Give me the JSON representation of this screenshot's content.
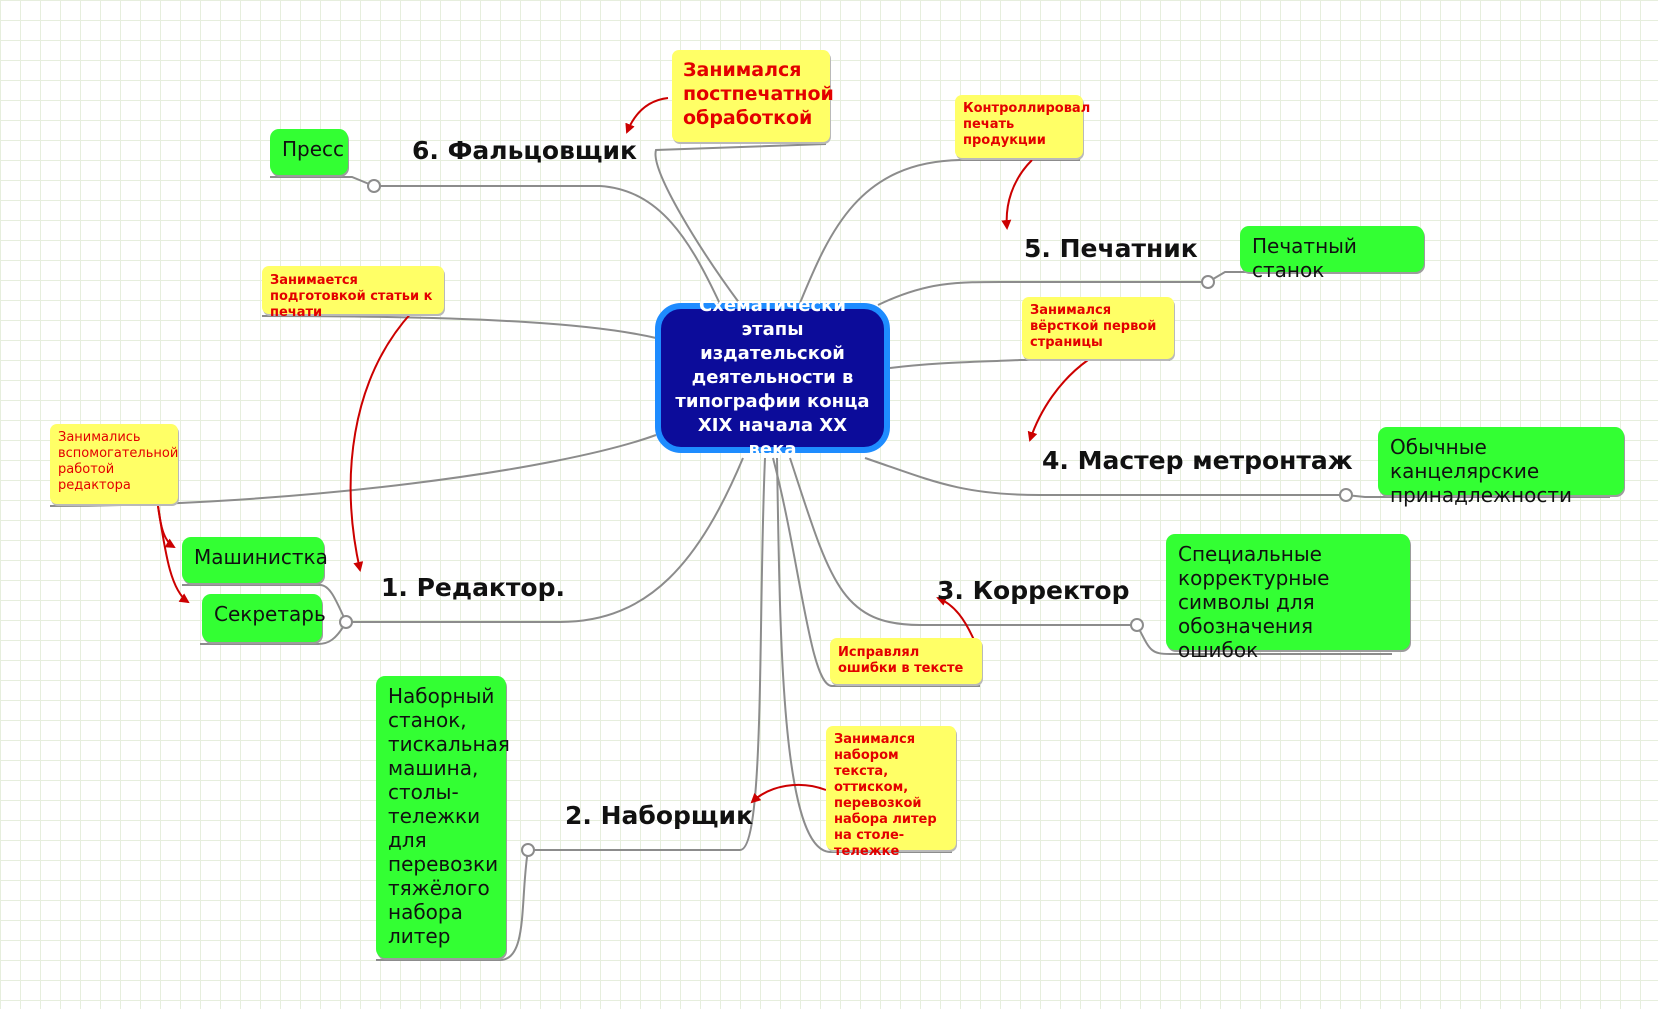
{
  "center": {
    "title": "Схематически этапы издательской деятельности в типографии конца XIX начала XX века"
  },
  "roles": {
    "editor": "1. Редактор.",
    "typesetter": "2. Наборщик",
    "proofreader": "3. Корректор",
    "makeup_master": "4. Мастер метронтаж",
    "printer": "5. Печатник",
    "folder": "6. Фальцовщик"
  },
  "tools": {
    "typist": "Машинистка",
    "secretary": "Секретарь",
    "typesetting_tools": "Наборный станок, тискальная машина, столы-тележки для перевозки тяжёлого набора литер",
    "proof_symbols": "Специальные корректурные символы для обозначения ошибок",
    "office_supplies": "Обычные канцелярские принадлежности",
    "printing_press": "Печатный станок",
    "press": "Пресс"
  },
  "notes": {
    "editor_note": "Занимается подготовкой статьи к печати",
    "assistants_note": "Занимались вспомогательной работой редактора",
    "typesetter_note": "Занимался набором текста, оттиском, перевозкой набора литер на столе-тележке",
    "proofreader_note": "Исправлял ошибки в тексте",
    "makeup_note": "Занимался вёрсткой первой страницы",
    "printer_note": "Контроллировал печать продукции",
    "folder_note": "Занимался постпечатной обработкой"
  },
  "colors": {
    "center_fill": "#0c0c9a",
    "center_border": "#1e8cff",
    "tool_fill": "#33ff33",
    "note_fill": "#ffff66",
    "note_text": "#e30000",
    "connector": "#8c8c8c",
    "arrow": "#cc0000"
  }
}
